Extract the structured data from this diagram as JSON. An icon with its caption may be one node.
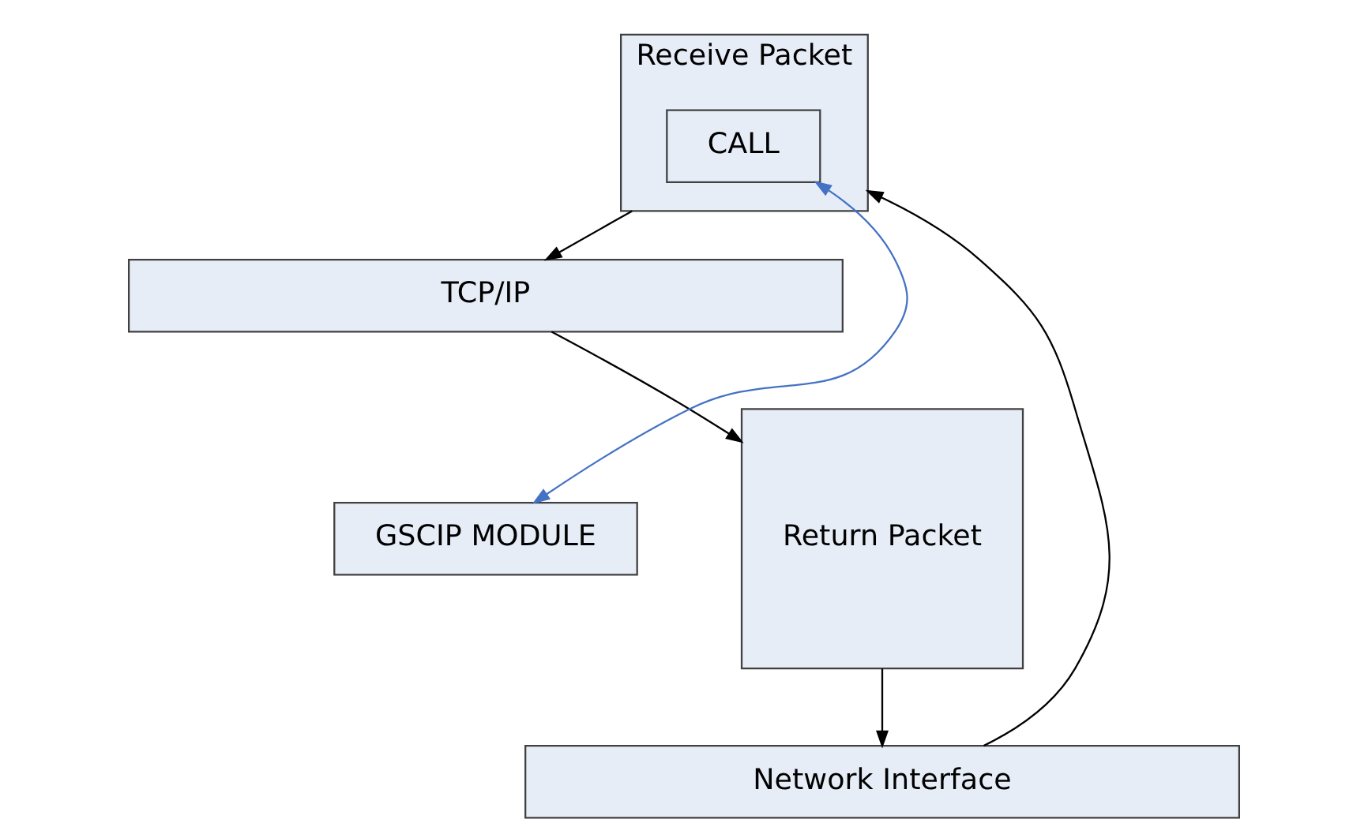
{
  "diagram": {
    "nodes": [
      {
        "text": [
          "TCP/IP"
        ]
      },
      {
        "text": [
          "Receive Packet"
        ]
      },
      {
        "text": [
          "CALL"
        ],
        "in": 1
      },
      {
        "text": [
          "GSCIP MODULE"
        ]
      },
      {
        "text": [
          "Return Packet"
        ]
      },
      {
        "text": [
          "Network Interface"
        ]
      }
    ],
    "edges": [
      {
        "from": 1,
        "to": 0,
        "arrow": "to"
      },
      {
        "from": 0,
        "to": 4,
        "arrow": "to"
      },
      {
        "from": 2,
        "to": 3,
        "arrow": "both",
        "color": "#4472c4"
      },
      {
        "from": 5,
        "to": 1,
        "arrow": "to"
      },
      {
        "from": 4,
        "to": 5,
        "arrow": "to"
      }
    ]
  }
}
